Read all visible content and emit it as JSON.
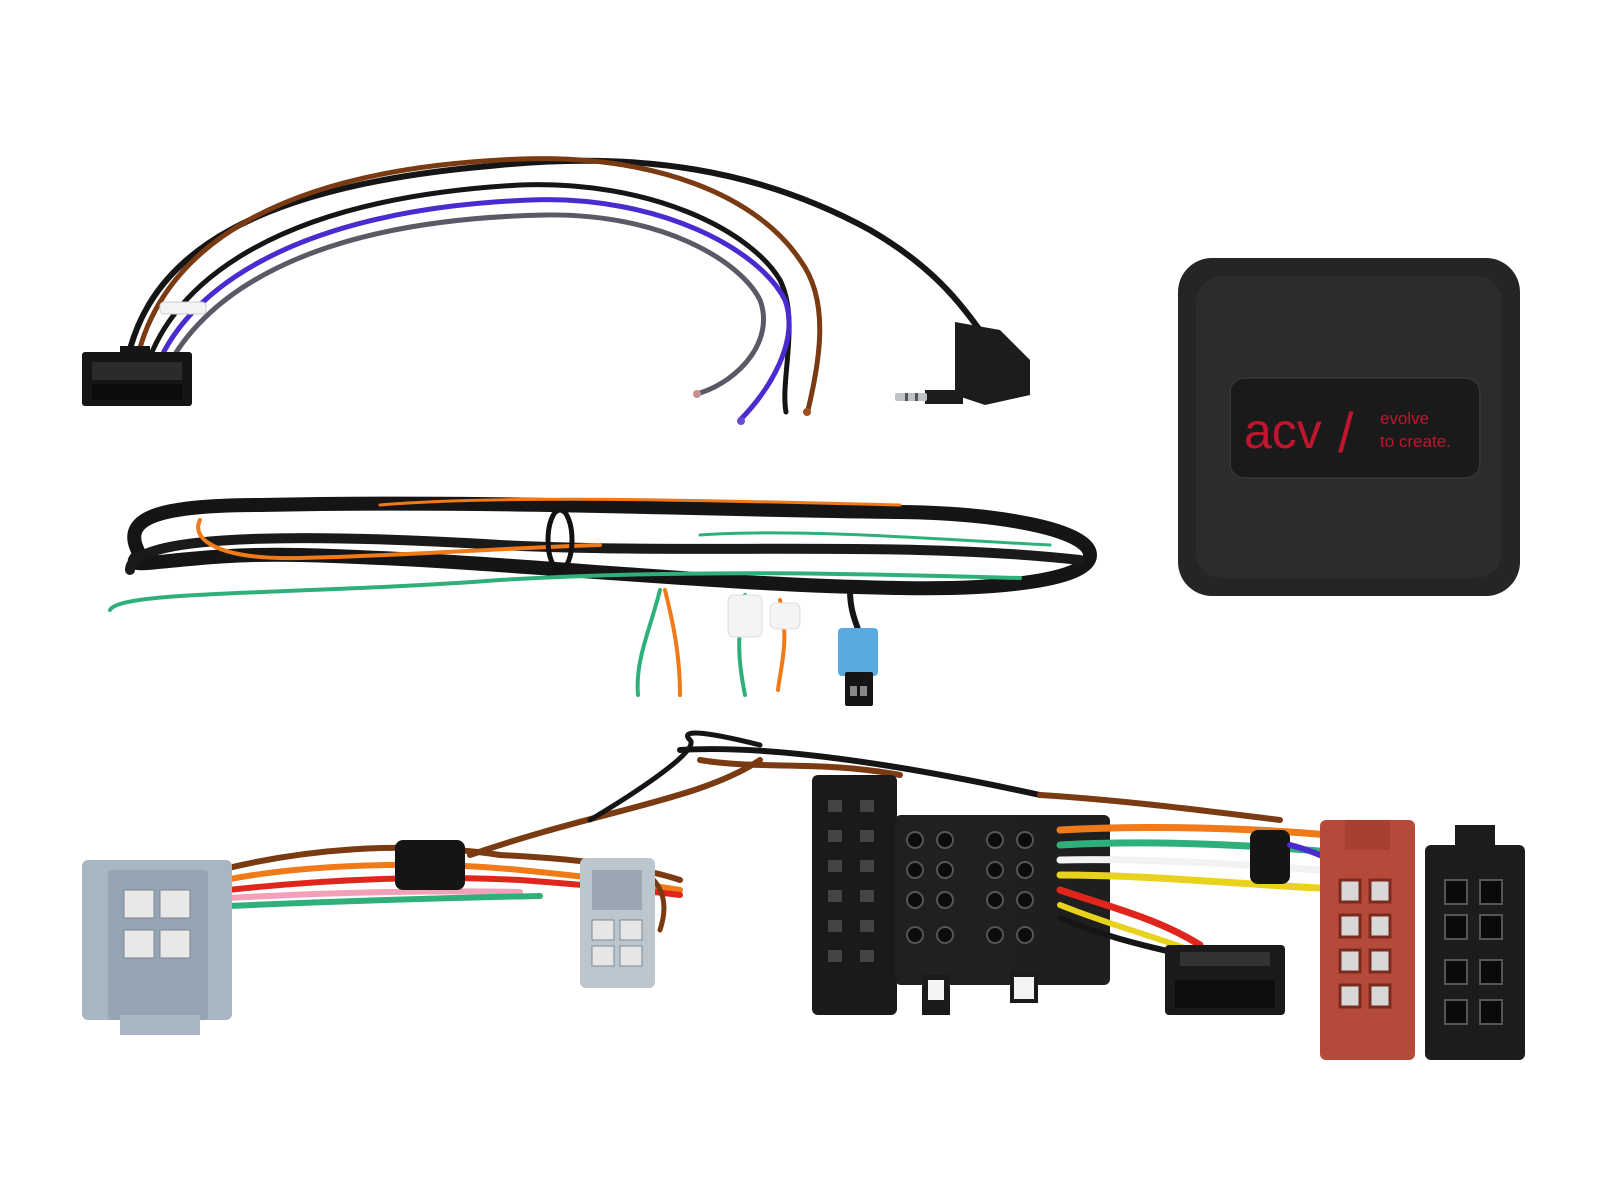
{
  "scene": {
    "background": "#ffffff"
  },
  "interface_box": {
    "logo_label": {
      "brand": "acv",
      "slash": "/",
      "tagline_line1": "evolve",
      "tagline_line2": "to create."
    },
    "colors": {
      "body": "#252525",
      "label": "#1a1a1a",
      "text": "#c0152f"
    }
  },
  "wire_colors": {
    "black": "#151515",
    "brown": "#7a3a12",
    "violet": "#4a2bd0",
    "grey": "#5a5a66",
    "orange": "#f07a18",
    "green": "#2fb07a",
    "red": "#e0261c",
    "yellow": "#e9d21e",
    "pink": "#f3a0b8",
    "white": "#f2f2f2",
    "blue": "#2a6fd6"
  }
}
